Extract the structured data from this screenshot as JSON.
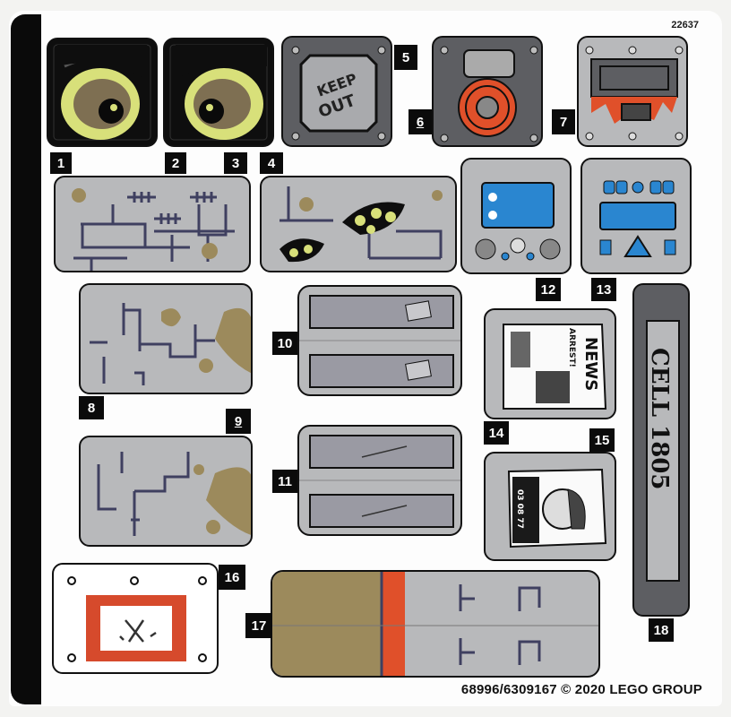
{
  "sheet": {
    "set_code": "22637",
    "footer": "68996/6309167 © 2020 LEGO GROUP",
    "colors": {
      "sticker_grey": "#b8b9bb",
      "sticker_dark_grey": "#5d5e62",
      "black": "#0e0e0e",
      "eye_yellow": "#d8e07a",
      "eye_brown": "#7e6f52",
      "rust_orange": "#e0502a",
      "mud": "#9c8a5c",
      "screen_blue": "#2a86d0"
    }
  },
  "stickers": [
    {
      "number": "1",
      "description": "angry yellow-green eye, left",
      "icon": "eye-icon"
    },
    {
      "number": "2",
      "description": "angry yellow-green eye, right",
      "icon": "eye-icon"
    },
    {
      "number": "3",
      "description": "brick wall with tally marks",
      "icon": "brick-wall-icon"
    },
    {
      "number": "4",
      "description": "cracked brick wall with glowing eyes",
      "icon": "cracked-wall-icon"
    },
    {
      "number": "5",
      "description": "metal hatch plate",
      "text": "KEEP OUT",
      "icon": "hatch-icon"
    },
    {
      "number": "6",
      "description": "rusty valve wheel panel",
      "icon": "valve-icon"
    },
    {
      "number": "7",
      "description": "riveted window plate with grate",
      "icon": "grate-icon"
    },
    {
      "number": "8",
      "description": "stone wall with mud stains",
      "icon": "wall-icon"
    },
    {
      "number": "9",
      "description": "stone wall with mud stains",
      "icon": "wall-icon"
    },
    {
      "number": "10",
      "description": "pair of riveted metal strips",
      "icon": "metal-strip-icon"
    },
    {
      "number": "11",
      "description": "pair of damaged riveted strips",
      "icon": "metal-strip-icon"
    },
    {
      "number": "12",
      "description": "control panel with ghost screen",
      "icon": "control-panel-icon"
    },
    {
      "number": "13",
      "description": "control panel with waveform and warning",
      "icon": "warning-panel-icon"
    },
    {
      "number": "14",
      "description": "torn newspaper",
      "headline": "NEWS",
      "subheadline": "ARREST!",
      "icon": "newspaper-icon"
    },
    {
      "number": "15",
      "description": "mugshot poster",
      "plate": "03 08 77",
      "icon": "mugshot-icon"
    },
    {
      "number": "16",
      "description": "white sign with red frame",
      "icon": "sign-icon"
    },
    {
      "number": "17",
      "description": "pair of mud/orange/grey strips",
      "icon": "strip-icon"
    },
    {
      "number": "18",
      "description": "cell door nameplate",
      "text": "CELL 1805",
      "icon": "nameplate-icon"
    }
  ]
}
